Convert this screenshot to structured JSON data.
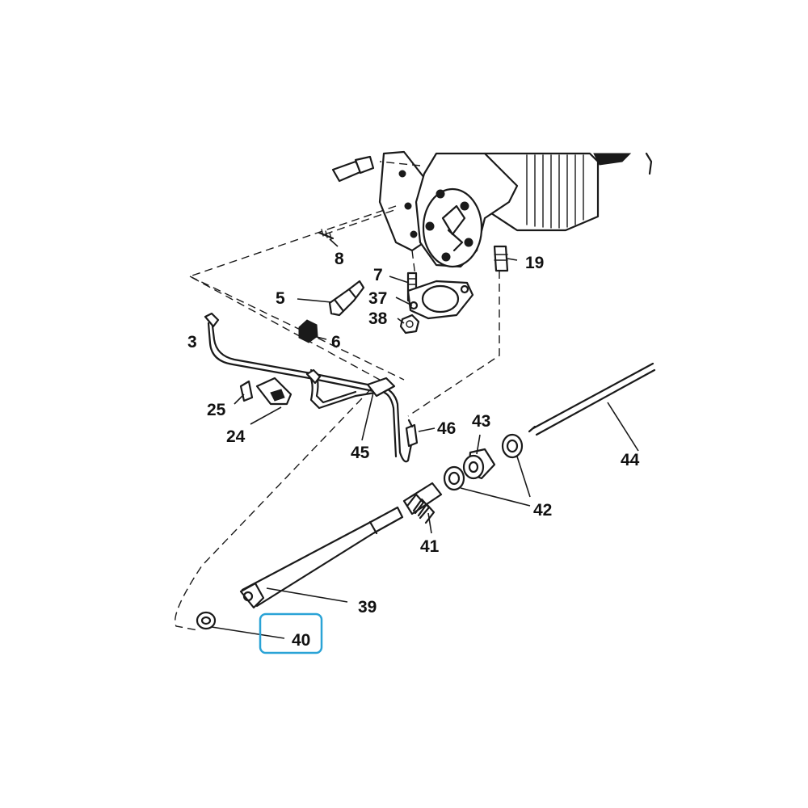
{
  "callouts": {
    "c3": "3",
    "c5": "5",
    "c6": "6",
    "c7": "7",
    "c8": "8",
    "c19": "19",
    "c24": "24",
    "c25": "25",
    "c37": "37",
    "c38": "38",
    "c39": "39",
    "c40": "40",
    "c41": "41",
    "c42": "42",
    "c43": "43",
    "c44": "44",
    "c45": "45",
    "c46": "46"
  },
  "colors": {
    "ink": "#1a1a1a",
    "highlight": "#2aa3d6",
    "background": "#ffffff"
  },
  "highlighted_part": "40"
}
